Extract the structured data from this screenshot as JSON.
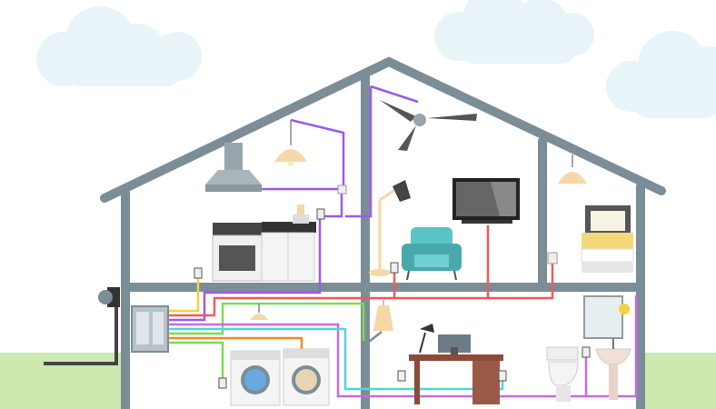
{
  "colors": {
    "sky": "#ffffff",
    "cloud": "#e8f4f8",
    "grass": "#cde9b0",
    "house_frame": "#7b8d97",
    "wire_purple": "#9b59f0",
    "wire_red": "#f05a5a",
    "wire_yellow": "#f5d040",
    "wire_green": "#7ed957",
    "wire_orange": "#f08a24",
    "wire_cyan": "#4fd6e0",
    "wire_magenta": "#c86be0",
    "lamp_shade": "#f6d7a7",
    "chair": "#5bc2c6",
    "wood": "#8b4a3a"
  },
  "icons": [
    "cloud",
    "range-hood",
    "pendant-lamp",
    "ceiling-fan",
    "floor-lamp",
    "tv",
    "armchair",
    "bed",
    "stove",
    "kitchen-cabinet",
    "toaster",
    "electrical-panel",
    "meter",
    "washing-machine",
    "dryer",
    "desk",
    "desk-lamp",
    "computer",
    "toilet",
    "sink",
    "mirror",
    "outlet",
    "switch"
  ]
}
